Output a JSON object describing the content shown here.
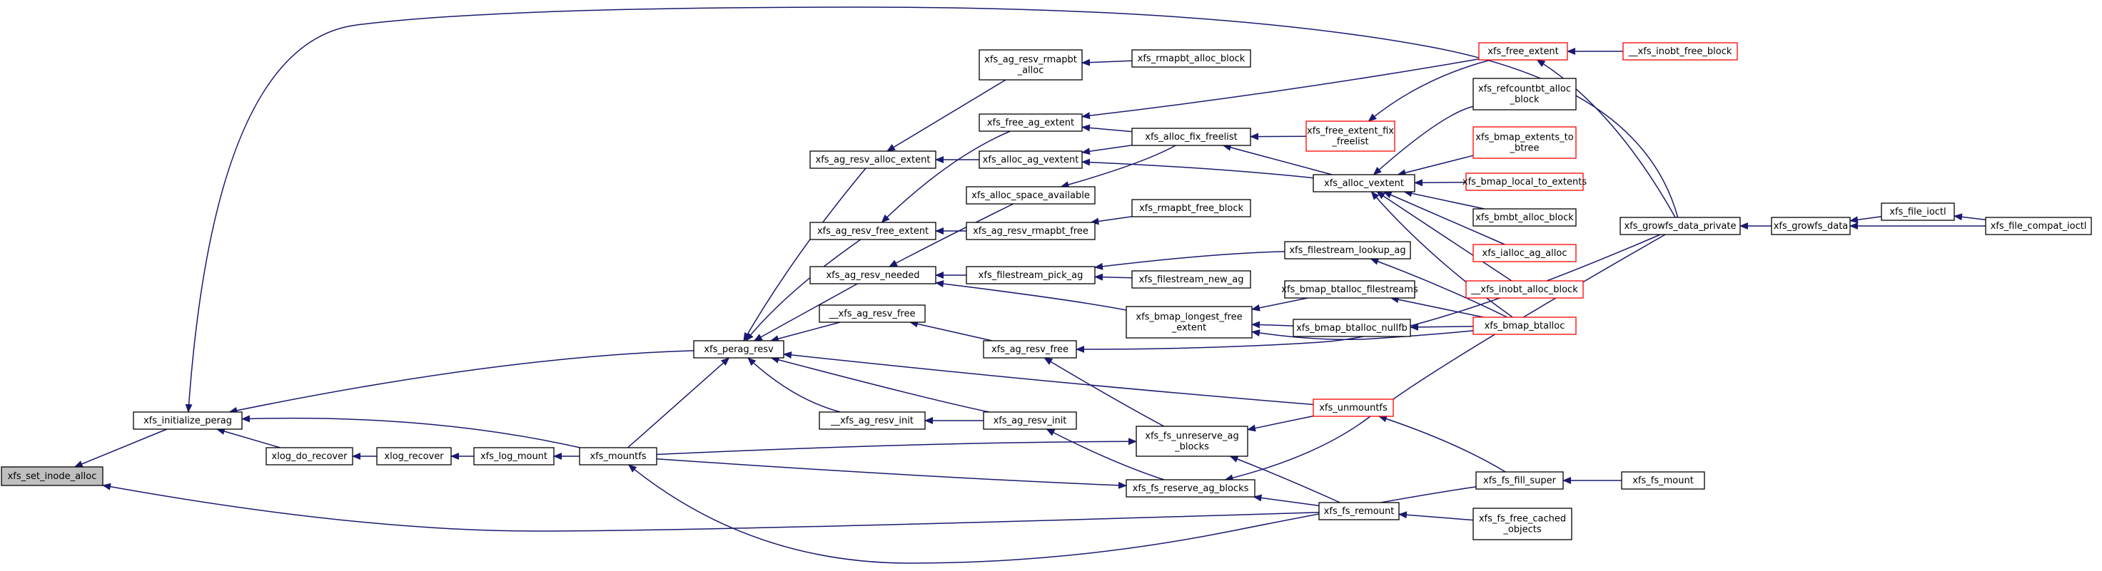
{
  "graph": {
    "kind": "caller-graph",
    "root": "xfs_set_inode_alloc",
    "colors": {
      "edge": "#191970",
      "normal_border": "#000000",
      "truncated_border": "#ff0000",
      "root_fill": "#bfbfbf"
    },
    "nodes": [
      {
        "id": "n_set_inode_alloc",
        "lines": [
          "xfs_set_inode_alloc"
        ],
        "style": "root"
      },
      {
        "id": "n_initialize_perag",
        "lines": [
          "xfs_initialize_perag"
        ],
        "style": "normal"
      },
      {
        "id": "n_xlog_do_recover",
        "lines": [
          "xlog_do_recover"
        ],
        "style": "normal"
      },
      {
        "id": "n_xlog_recover",
        "lines": [
          "xlog_recover"
        ],
        "style": "normal"
      },
      {
        "id": "n_xfs_log_mount",
        "lines": [
          "xfs_log_mount"
        ],
        "style": "normal"
      },
      {
        "id": "n_xfs_mountfs",
        "lines": [
          "xfs_mountfs"
        ],
        "style": "normal"
      },
      {
        "id": "n_perag_resv",
        "lines": [
          "xfs_perag_resv"
        ],
        "style": "normal"
      },
      {
        "id": "n_ag_resv_alloc_extent",
        "lines": [
          "xfs_ag_resv_alloc_extent"
        ],
        "style": "normal"
      },
      {
        "id": "n_ag_resv_free_extent",
        "lines": [
          "xfs_ag_resv_free_extent"
        ],
        "style": "normal"
      },
      {
        "id": "n_ag_resv_needed",
        "lines": [
          "xfs_ag_resv_needed"
        ],
        "style": "normal"
      },
      {
        "id": "n__ag_resv_free",
        "lines": [
          "__xfs_ag_resv_free"
        ],
        "style": "normal"
      },
      {
        "id": "n__ag_resv_init",
        "lines": [
          "__xfs_ag_resv_init"
        ],
        "style": "normal"
      },
      {
        "id": "n_ag_resv_rmapbt_alloc",
        "lines": [
          "xfs_ag_resv_rmapbt",
          "_alloc"
        ],
        "style": "normal"
      },
      {
        "id": "n_free_ag_extent",
        "lines": [
          "xfs_free_ag_extent"
        ],
        "style": "normal"
      },
      {
        "id": "n_alloc_ag_vextent",
        "lines": [
          "xfs_alloc_ag_vextent"
        ],
        "style": "normal"
      },
      {
        "id": "n_alloc_space_available",
        "lines": [
          "xfs_alloc_space_available"
        ],
        "style": "normal"
      },
      {
        "id": "n_ag_resv_rmapbt_free",
        "lines": [
          "xfs_ag_resv_rmapbt_free"
        ],
        "style": "normal"
      },
      {
        "id": "n_filestream_pick_ag",
        "lines": [
          "xfs_filestream_pick_ag"
        ],
        "style": "normal"
      },
      {
        "id": "n_bmap_longest_free_extent",
        "lines": [
          "xfs_bmap_longest_free",
          "_extent"
        ],
        "style": "normal"
      },
      {
        "id": "n_ag_resv_free",
        "lines": [
          "xfs_ag_resv_free"
        ],
        "style": "normal"
      },
      {
        "id": "n_ag_resv_init",
        "lines": [
          "xfs_ag_resv_init"
        ],
        "style": "normal"
      },
      {
        "id": "n_fs_unreserve_ag_blocks",
        "lines": [
          "xfs_fs_unreserve_ag",
          "_blocks"
        ],
        "style": "normal"
      },
      {
        "id": "n_fs_reserve_ag_blocks",
        "lines": [
          "xfs_fs_reserve_ag_blocks"
        ],
        "style": "normal"
      },
      {
        "id": "n_rmapbt_alloc_block",
        "lines": [
          "xfs_rmapbt_alloc_block"
        ],
        "style": "normal"
      },
      {
        "id": "n_alloc_fix_freelist",
        "lines": [
          "xfs_alloc_fix_freelist"
        ],
        "style": "normal"
      },
      {
        "id": "n_rmapbt_free_block",
        "lines": [
          "xfs_rmapbt_free_block"
        ],
        "style": "normal"
      },
      {
        "id": "n_filestream_new_ag",
        "lines": [
          "xfs_filestream_new_ag"
        ],
        "style": "normal"
      },
      {
        "id": "n_free_extent_fix_freelist",
        "lines": [
          "xfs_free_extent_fix",
          "_freelist"
        ],
        "style": "truncated"
      },
      {
        "id": "n_alloc_vextent",
        "lines": [
          "xfs_alloc_vextent"
        ],
        "style": "normal"
      },
      {
        "id": "n_filestream_lookup_ag",
        "lines": [
          "xfs_filestream_lookup_ag"
        ],
        "style": "normal"
      },
      {
        "id": "n_bmap_btalloc_filestreams",
        "lines": [
          "xfs_bmap_btalloc_filestreams"
        ],
        "style": "normal"
      },
      {
        "id": "n_bmap_btalloc_nullfb",
        "lines": [
          "xfs_bmap_btalloc_nullfb"
        ],
        "style": "normal"
      },
      {
        "id": "n_unmountfs",
        "lines": [
          "xfs_unmountfs"
        ],
        "style": "truncated"
      },
      {
        "id": "n_fs_remount",
        "lines": [
          "xfs_fs_remount"
        ],
        "style": "normal"
      },
      {
        "id": "n_free_extent",
        "lines": [
          "xfs_free_extent"
        ],
        "style": "truncated"
      },
      {
        "id": "n_refcountbt_alloc_block",
        "lines": [
          "xfs_refcountbt_alloc",
          "_block"
        ],
        "style": "normal"
      },
      {
        "id": "n_bmap_extents_to_btree",
        "lines": [
          "xfs_bmap_extents_to",
          "_btree"
        ],
        "style": "truncated"
      },
      {
        "id": "n_bmap_local_to_extents",
        "lines": [
          "xfs_bmap_local_to_extents"
        ],
        "style": "truncated"
      },
      {
        "id": "n_bmbt_alloc_block",
        "lines": [
          "xfs_bmbt_alloc_block"
        ],
        "style": "normal"
      },
      {
        "id": "n_ialloc_ag_alloc",
        "lines": [
          "xfs_ialloc_ag_alloc"
        ],
        "style": "truncated"
      },
      {
        "id": "n__inobt_alloc_block",
        "lines": [
          "__xfs_inobt_alloc_block"
        ],
        "style": "truncated"
      },
      {
        "id": "n_bmap_btalloc",
        "lines": [
          "xfs_bmap_btalloc"
        ],
        "style": "truncated"
      },
      {
        "id": "n_fs_fill_super",
        "lines": [
          "xfs_fs_fill_super"
        ],
        "style": "normal"
      },
      {
        "id": "n_fs_free_cached_objects",
        "lines": [
          "xfs_fs_free_cached",
          "_objects"
        ],
        "style": "normal"
      },
      {
        "id": "n__inobt_free_block",
        "lines": [
          "__xfs_inobt_free_block"
        ],
        "style": "truncated"
      },
      {
        "id": "n_growfs_data_private",
        "lines": [
          "xfs_growfs_data_private"
        ],
        "style": "normal"
      },
      {
        "id": "n_growfs_data",
        "lines": [
          "xfs_growfs_data"
        ],
        "style": "normal"
      },
      {
        "id": "n_file_ioctl",
        "lines": [
          "xfs_file_ioctl"
        ],
        "style": "normal"
      },
      {
        "id": "n_file_compat_ioctl",
        "lines": [
          "xfs_file_compat_ioctl"
        ],
        "style": "normal"
      },
      {
        "id": "n_fs_mount",
        "lines": [
          "xfs_fs_mount"
        ],
        "style": "normal"
      }
    ]
  }
}
